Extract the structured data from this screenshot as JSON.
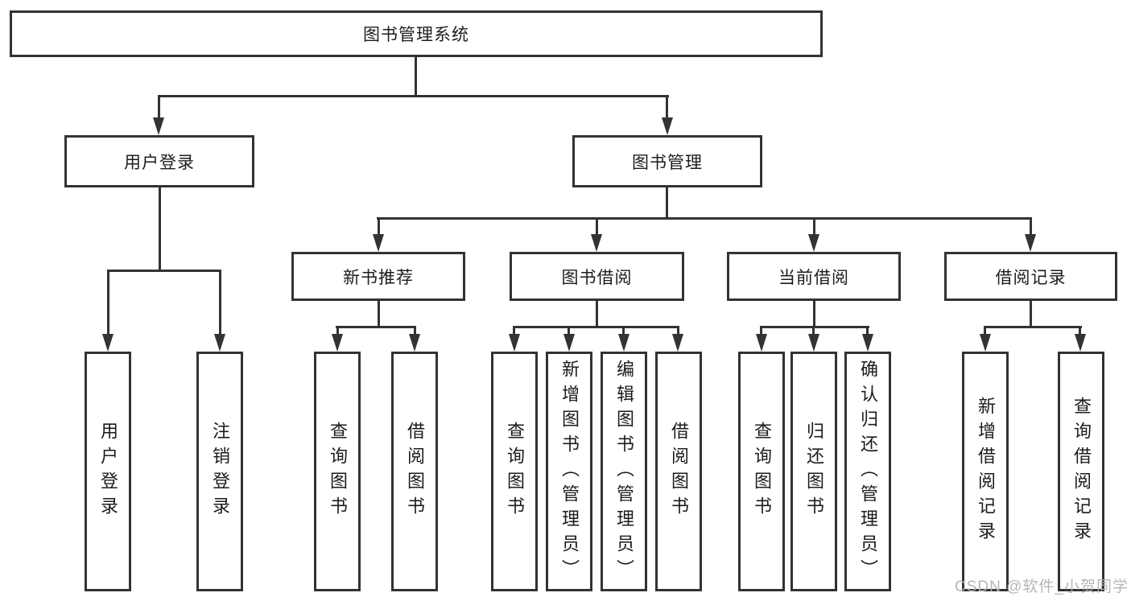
{
  "tree": {
    "label": "图书管理系统",
    "children": [
      {
        "label": "用户登录",
        "children": [
          {
            "label": "用户登录"
          },
          {
            "label": "注销登录"
          }
        ]
      },
      {
        "label": "图书管理",
        "children": [
          {
            "label": "新书推荐",
            "children": [
              {
                "label": "查询图书"
              },
              {
                "label": "借阅图书"
              }
            ]
          },
          {
            "label": "图书借阅",
            "children": [
              {
                "label": "查询图书"
              },
              {
                "label": "新增图书（管理员）"
              },
              {
                "label": "编辑图书（管理员）"
              },
              {
                "label": "借阅图书"
              }
            ]
          },
          {
            "label": "当前借阅",
            "children": [
              {
                "label": "查询图书"
              },
              {
                "label": "归还图书"
              },
              {
                "label": "确认归还（管理员）"
              }
            ]
          },
          {
            "label": "借阅记录",
            "children": [
              {
                "label": "新增借阅记录"
              },
              {
                "label": "查询借阅记录"
              }
            ]
          }
        ]
      }
    ]
  },
  "watermark": "CSDN @软件_小贺同学",
  "colors": {
    "line": "#333333",
    "box_border": "#333333",
    "background": "#ffffff",
    "text": "#1c1c1c",
    "watermark": "#b2b2b2"
  }
}
